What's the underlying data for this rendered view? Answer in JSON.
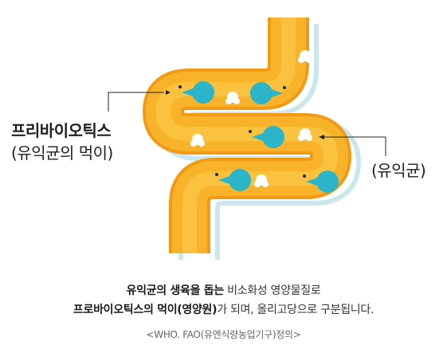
{
  "labels": {
    "prebiotics_title": "프리바이오틱스",
    "prebiotics_sub": "(유익균의 먹이)",
    "beneficial": "(유익균)"
  },
  "caption": {
    "line1_bold": "유익균의 생육을 돕는",
    "line1_rest": " 비소화성 영양물질로",
    "line2_bold": "프로바이오틱스의 먹이(영양원)",
    "line2_rest": "가 되며, 올리고당으로 구분됩니다.",
    "source": "<WHO. FAO(유엔식량농업기구)정의>"
  },
  "colors": {
    "intestine_fill": "#f8b32b",
    "intestine_inner": "#fcc94a",
    "intestine_outline": "#f29a14",
    "shadow": "#c9e7ec",
    "bacteria": "#2cb5c9",
    "food": "#ffffff"
  },
  "icons": {
    "bacteria": "pacman-icon",
    "food": "cloud-blob-icon"
  }
}
